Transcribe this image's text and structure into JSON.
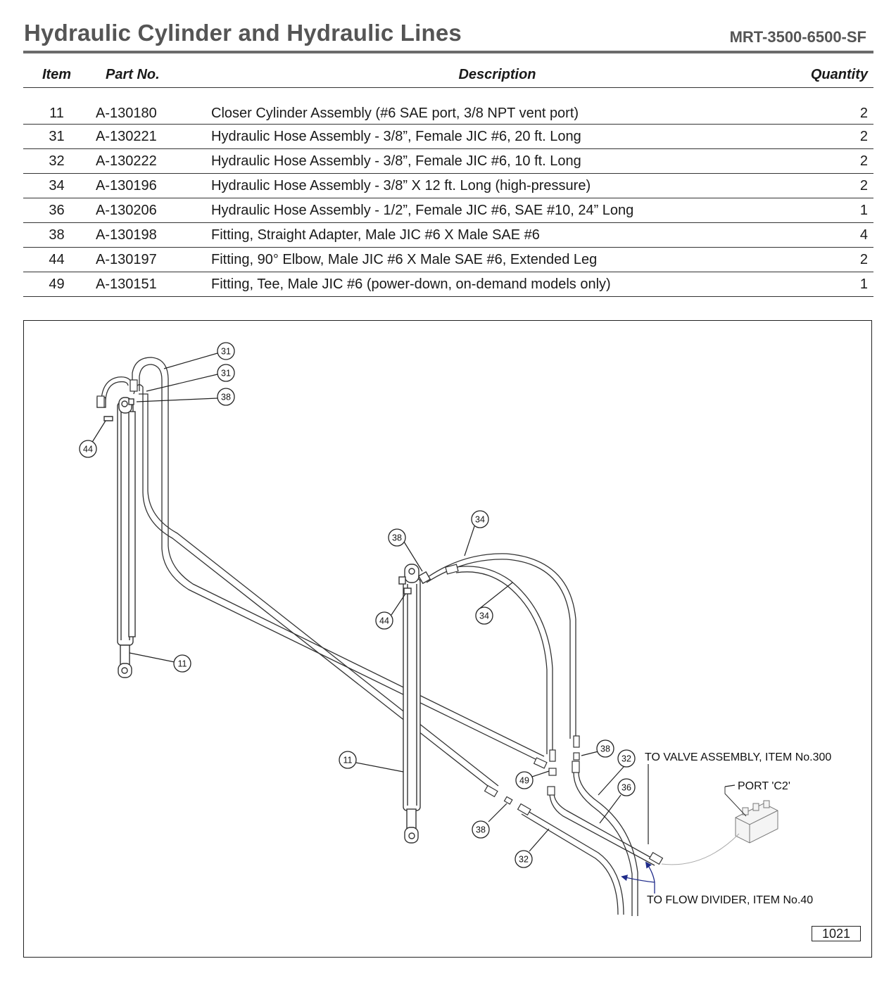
{
  "header": {
    "title": "Hydraulic Cylinder and Hydraulic Lines",
    "model": "MRT-3500-6500-SF"
  },
  "table": {
    "columns": [
      "Item",
      "Part No.",
      "Description",
      "Quantity"
    ],
    "rows": [
      {
        "item": "11",
        "part": "A-130180",
        "description": "Closer Cylinder Assembly (#6 SAE port, 3/8 NPT vent port)",
        "qty": "2"
      },
      {
        "item": "31",
        "part": "A-130221",
        "description": "Hydraulic Hose Assembly - 3/8”, Female JIC #6, 20 ft. Long",
        "qty": "2"
      },
      {
        "item": "32",
        "part": "A-130222",
        "description": "Hydraulic Hose Assembly - 3/8”, Female JIC #6, 10 ft. Long",
        "qty": "2"
      },
      {
        "item": "34",
        "part": "A-130196",
        "description": "Hydraulic Hose Assembly - 3/8” X 12 ft. Long (high-pressure)",
        "qty": "2"
      },
      {
        "item": "36",
        "part": "A-130206",
        "description": "Hydraulic Hose Assembly - 1/2”, Female JIC #6, SAE #10, 24” Long",
        "qty": "1"
      },
      {
        "item": "38",
        "part": "A-130198",
        "description": "Fitting, Straight Adapter, Male JIC #6 X Male SAE #6",
        "qty": "4"
      },
      {
        "item": "44",
        "part": "A-130197",
        "description": "Fitting, 90° Elbow, Male JIC #6 X Male SAE #6, Extended Leg",
        "qty": "2"
      },
      {
        "item": "49",
        "part": "A-130151",
        "description": "Fitting, Tee, Male JIC #6 (power-down, on-demand models only)",
        "qty": "1"
      }
    ]
  },
  "diagram": {
    "callouts": [
      "31",
      "31",
      "38",
      "44",
      "11",
      "34",
      "38",
      "34",
      "44",
      "38",
      "32",
      "36",
      "11",
      "49",
      "38",
      "32"
    ],
    "note_valve": "TO VALVE ASSEMBLY, ITEM No.300",
    "note_port": "PORT 'C2'",
    "note_flow": "TO FLOW DIVIDER, ITEM No.40",
    "note_flow_color": "#1f2b8a",
    "page_number": "1021"
  }
}
